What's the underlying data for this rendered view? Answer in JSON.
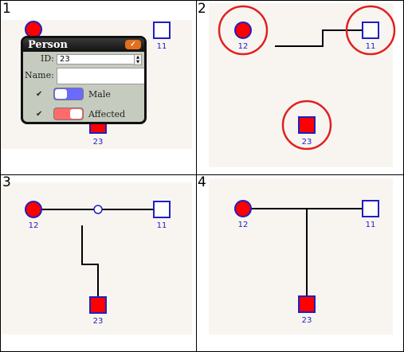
{
  "panels": [
    {
      "number": "1"
    },
    {
      "number": "2"
    },
    {
      "number": "3"
    },
    {
      "number": "4"
    }
  ],
  "nodes": {
    "female": {
      "id": "12",
      "fill": "#ff0000",
      "stroke": "#2020c0"
    },
    "male": {
      "id": "11",
      "fill": "#ffffff",
      "stroke": "#2020c0"
    },
    "child": {
      "id": "23",
      "fill": "#ff0000",
      "stroke": "#2020c0"
    }
  },
  "colors": {
    "highlight_circle": "#e02020",
    "line": "#000000",
    "background": "#f8f5f1"
  },
  "dialog": {
    "title": "Person",
    "close_icon": "check-icon",
    "id_label": "ID:",
    "id_value": "23",
    "name_label": "Name:",
    "name_value": "",
    "male_label": "Male",
    "male_checked": true,
    "affected_label": "Affected",
    "affected_checked": true,
    "male_toggle_color": "#6a6aff",
    "affected_toggle_color": "#ff6a6a"
  }
}
